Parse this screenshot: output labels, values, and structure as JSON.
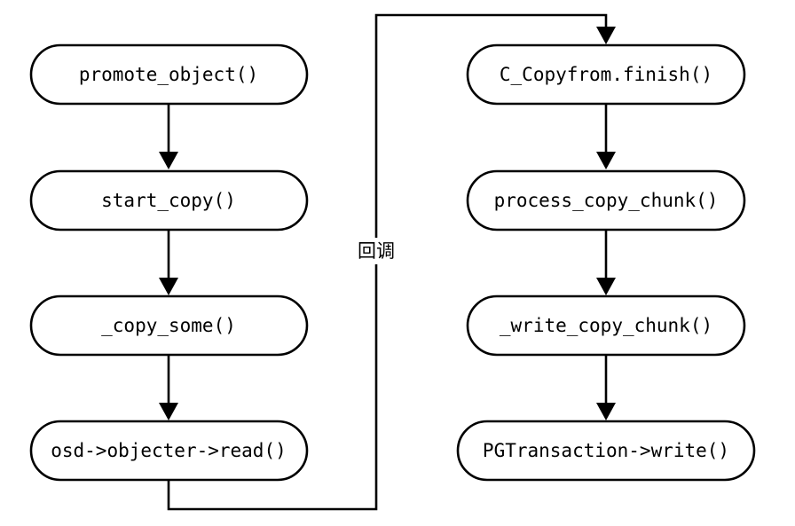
{
  "diagram": {
    "nodes": [
      {
        "id": "promote_object",
        "label": "promote_object()"
      },
      {
        "id": "start_copy",
        "label": "start_copy()"
      },
      {
        "id": "copy_some",
        "label": "_copy_some()"
      },
      {
        "id": "objecter_read",
        "label": "osd->objecter->read()"
      },
      {
        "id": "copyfrom_finish",
        "label": "C_Copyfrom.finish()"
      },
      {
        "id": "process_copy_chunk",
        "label": "process_copy_chunk()"
      },
      {
        "id": "write_copy_chunk",
        "label": "_write_copy_chunk()"
      },
      {
        "id": "pg_write",
        "label": "PGTransaction->write()"
      }
    ],
    "edges": [
      {
        "from": "promote_object",
        "to": "start_copy",
        "label": ""
      },
      {
        "from": "start_copy",
        "to": "copy_some",
        "label": ""
      },
      {
        "from": "copy_some",
        "to": "objecter_read",
        "label": ""
      },
      {
        "from": "objecter_read",
        "to": "copyfrom_finish",
        "label": "回调"
      },
      {
        "from": "copyfrom_finish",
        "to": "process_copy_chunk",
        "label": ""
      },
      {
        "from": "process_copy_chunk",
        "to": "write_copy_chunk",
        "label": ""
      },
      {
        "from": "write_copy_chunk",
        "to": "pg_write",
        "label": ""
      }
    ],
    "colors": {
      "stroke": "#000000",
      "fill": "#ffffff",
      "text": "#000000"
    }
  }
}
